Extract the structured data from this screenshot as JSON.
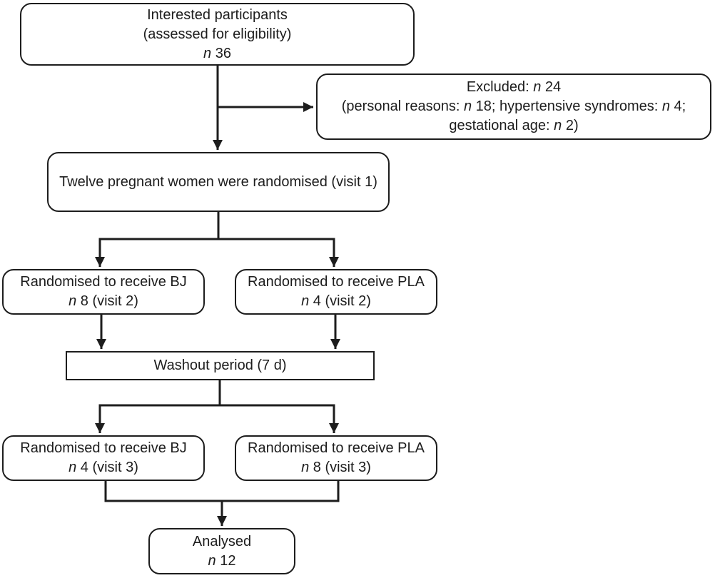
{
  "figure": {
    "type": "consort-participant-flow-diagram",
    "background_color": "#ffffff",
    "ink_color": "#1d1d1d"
  },
  "nodes": {
    "eligibility": {
      "l1": "Interested participants",
      "l2": "(assessed for eligibility)",
      "n": "n",
      "n_value": " 36"
    },
    "excluded": {
      "l1a": "Excluded: ",
      "l1b": "n",
      "l1c": " 24",
      "l2a": "(personal reasons: ",
      "l2b": "n",
      "l2c": " 18; hypertensive syndromes: ",
      "l2d": "n",
      "l2e": " 4;",
      "l3a": "gestational age: ",
      "l3b": "n",
      "l3c": " 2)"
    },
    "randomised": {
      "l1": "Twelve pregnant women were randomised (visit 1)"
    },
    "bj_visit2": {
      "l1": "Randomised to receive BJ",
      "n": "n",
      "n_value": " 8 (visit 2)"
    },
    "pla_visit2": {
      "l1": "Randomised to receive PLA",
      "n": "n",
      "n_value": " 4 (visit 2)"
    },
    "washout": {
      "l1": "Washout period (7 d)"
    },
    "bj_visit3": {
      "l1": "Randomised to receive BJ",
      "n": "n",
      "n_value": " 4 (visit 3)"
    },
    "pla_visit3": {
      "l1": "Randomised to receive PLA",
      "n": "n",
      "n_value": " 8 (visit 3)"
    },
    "analysed": {
      "l1": "Analysed",
      "n": "n",
      "n_value": " 12"
    }
  },
  "edges": [
    {
      "from": "eligibility",
      "to": "randomised",
      "arrow": true
    },
    {
      "from": "eligibility",
      "to": "excluded",
      "arrow": true
    },
    {
      "from": "randomised",
      "to": "bj_visit2",
      "arrow": true
    },
    {
      "from": "randomised",
      "to": "pla_visit2",
      "arrow": true
    },
    {
      "from": "bj_visit2",
      "to": "washout",
      "arrow": true
    },
    {
      "from": "pla_visit2",
      "to": "washout",
      "arrow": true
    },
    {
      "from": "washout",
      "to": "bj_visit3",
      "arrow": true
    },
    {
      "from": "washout",
      "to": "pla_visit3",
      "arrow": true
    },
    {
      "from": "bj_visit3",
      "to": "analysed",
      "arrow": true
    },
    {
      "from": "pla_visit3",
      "to": "analysed",
      "arrow": true
    }
  ]
}
